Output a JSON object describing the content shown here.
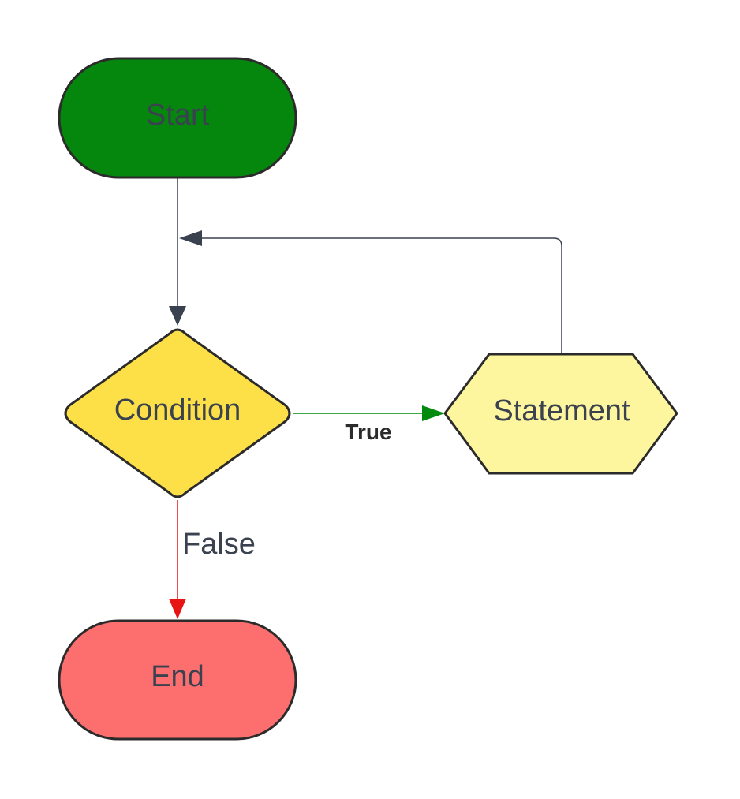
{
  "nodes": {
    "start": {
      "label": "Start",
      "shape": "terminator",
      "fill": "#05870d"
    },
    "condition": {
      "label": "Condition",
      "shape": "decision",
      "fill": "#fde047"
    },
    "statement": {
      "label": "Statement",
      "shape": "hexagon",
      "fill": "#fef69f"
    },
    "end": {
      "label": "End",
      "shape": "terminator",
      "fill": "#fd6f6f"
    }
  },
  "edges": {
    "start_to_condition": {
      "from": "Start",
      "to": "Condition",
      "label": "",
      "color": "#3a4250"
    },
    "condition_to_statement": {
      "from": "Condition",
      "to": "Statement",
      "label": "True",
      "color": "#028a0f"
    },
    "statement_loop_back": {
      "from": "Statement",
      "to": "Condition",
      "label": "",
      "color": "#3a4250"
    },
    "condition_to_end": {
      "from": "Condition",
      "to": "End",
      "label": "False",
      "color": "#e81313"
    }
  },
  "colors": {
    "outline": "#2b2b2b",
    "text": "#3a4250"
  }
}
